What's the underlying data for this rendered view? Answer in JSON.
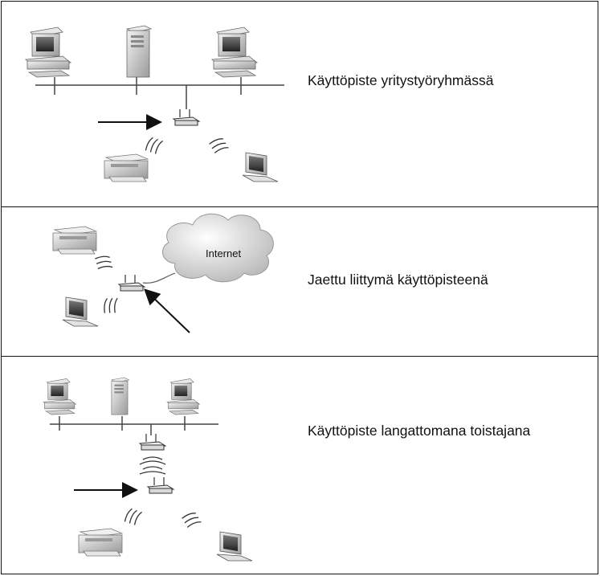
{
  "rows": [
    {
      "caption": "Käyttöpiste yritystyöryhmässä"
    },
    {
      "caption": "Jaettu liittymä käyttöpisteenä",
      "cloud_label": "Internet"
    },
    {
      "caption": "Käyttöpiste langattomana toistajana"
    }
  ]
}
